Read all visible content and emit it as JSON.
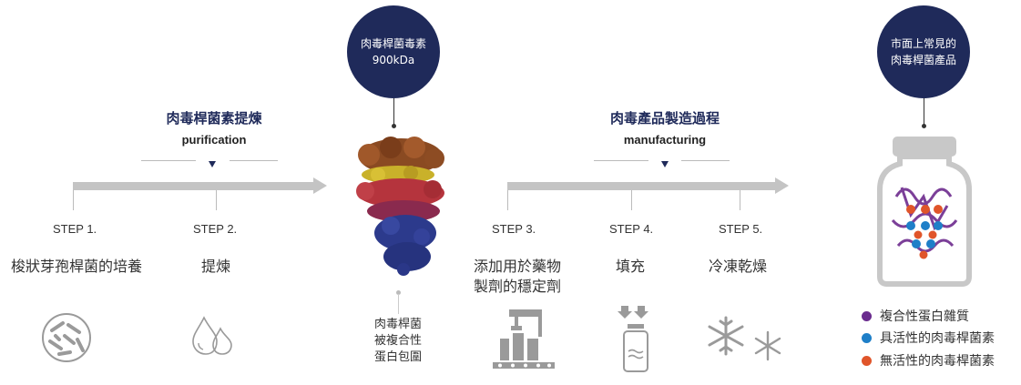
{
  "toxin_bubble": {
    "line1": "肉毒桿菌毒素",
    "line2": "900kDa"
  },
  "market_bubble": {
    "line1": "市面上常見的",
    "line2": "肉毒桿菌產品"
  },
  "purification": {
    "title": "肉毒桿菌素提煉",
    "subtitle": "purification"
  },
  "manufacturing": {
    "title": "肉毒產品製造過程",
    "subtitle": "manufacturing"
  },
  "steps": [
    {
      "label": "STEP 1.",
      "desc": "梭狀芽孢桿菌的培養",
      "icon": "bacteria-icon"
    },
    {
      "label": "STEP 2.",
      "desc": "提煉",
      "icon": "droplets-icon"
    },
    {
      "label": "STEP 3.",
      "desc": "添加用於藥物製劑的穩定劑",
      "desc_line1": "添加用於藥物",
      "desc_line2": "製劑的穩定劑",
      "icon": "production-line-icon"
    },
    {
      "label": "STEP 4.",
      "desc": "填充",
      "icon": "vial-fill-icon"
    },
    {
      "label": "STEP 5.",
      "desc": "冷凍乾燥",
      "icon": "snowflake-icon"
    }
  ],
  "protein_caption": {
    "line1": "肉毒桿菌",
    "line2": "被複合性",
    "line3": "蛋白包圍"
  },
  "legend": [
    {
      "label": "複合性蛋白雜質",
      "color": "#6a2c8e"
    },
    {
      "label": "具活性的肉毒桿菌素",
      "color": "#1e7fc8"
    },
    {
      "label": "無活性的肉毒桿菌素",
      "color": "#e0552a"
    }
  ],
  "colors": {
    "navy": "#1f2a5a",
    "bar": "#c4c4c4",
    "icon": "#9a9a9a"
  }
}
